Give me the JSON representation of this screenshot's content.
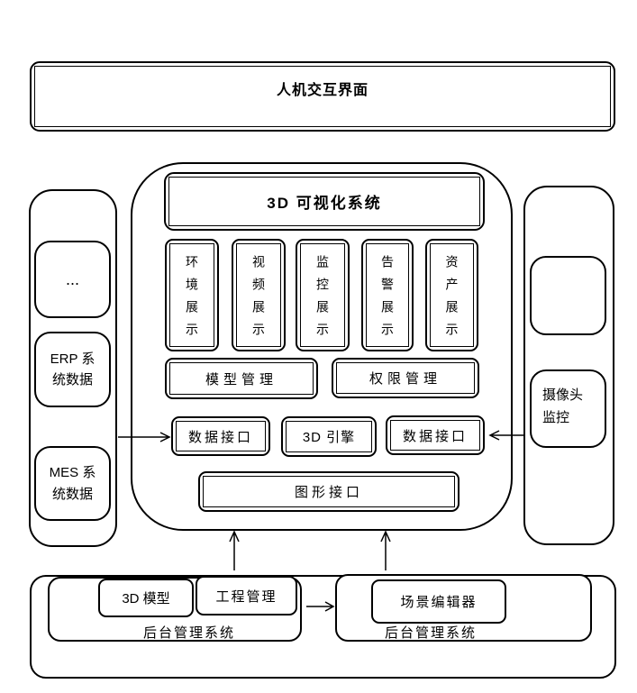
{
  "colors": {
    "stroke": "#000000",
    "background": "#ffffff"
  },
  "top_box": {
    "label": "人机交互界面"
  },
  "left_panel": {
    "items": [
      {
        "label": "..."
      },
      {
        "label": "ERP 系\n统数据"
      },
      {
        "label": "MES 系\n统数据"
      }
    ]
  },
  "right_panel": {
    "empty_box": "",
    "camera": "摄像头\n监控"
  },
  "center": {
    "title": "3D 可视化系统",
    "displays": [
      "环境展示",
      "视频展示",
      "监控展示",
      "告警展示",
      "资产展示"
    ],
    "model_mgmt": "模型管理",
    "perm_mgmt": "权限管理",
    "data_if_left": "数据接口",
    "engine": "3D 引擎",
    "data_if_right": "数据接口",
    "graphics_if": "图形接口"
  },
  "bottom": {
    "left_system": {
      "label": "后台管理系统",
      "modules": [
        "3D 模型",
        "工程管理"
      ]
    },
    "right_system": {
      "label": "后台管理系统",
      "modules": [
        "场景编辑器"
      ]
    }
  }
}
